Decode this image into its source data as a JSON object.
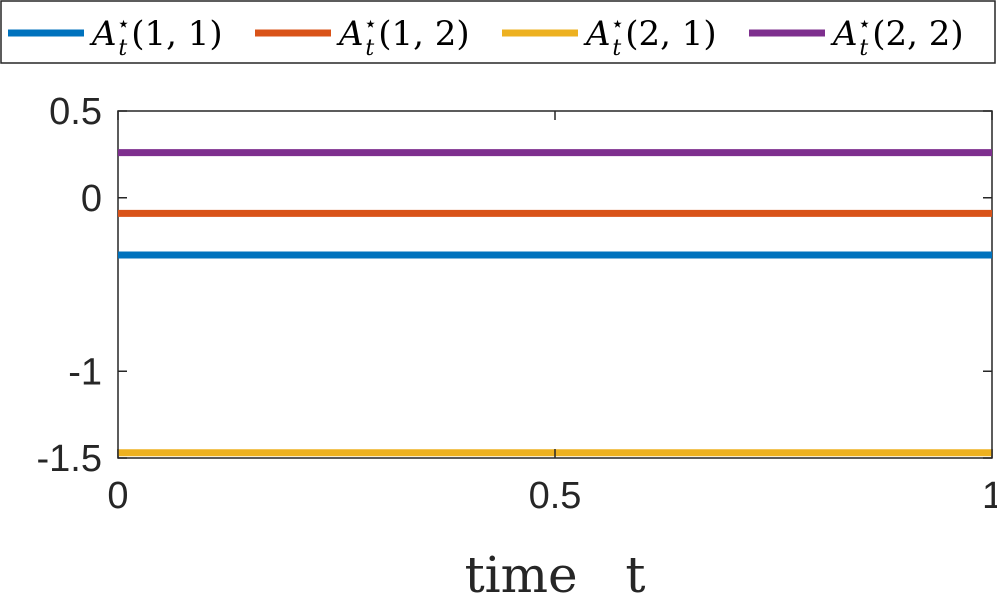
{
  "chart_data": {
    "type": "line",
    "title": "",
    "xlabel": "time   t",
    "ylabel": "",
    "xlim": [
      0,
      1
    ],
    "ylim": [
      -1.5,
      0.5
    ],
    "xticks": [
      0,
      0.5,
      1
    ],
    "xtick_labels": [
      "0",
      "0.5",
      "1"
    ],
    "yticks": [
      -1.5,
      -1,
      0,
      0.5
    ],
    "ytick_labels": [
      "-1.5",
      "-1",
      "0",
      "0.5"
    ],
    "grid": false,
    "legend_position": "top, horizontal, outside plot",
    "series": [
      {
        "name": "A_t^*(1,1)",
        "label_base": "A",
        "label_sub": "t",
        "label_sup": "⋆",
        "label_args": "(1, 1)",
        "color": "#0072BD",
        "x": [
          0,
          1
        ],
        "y": [
          -0.33,
          -0.33
        ]
      },
      {
        "name": "A_t^*(1,2)",
        "label_base": "A",
        "label_sub": "t",
        "label_sup": "⋆",
        "label_args": "(1, 2)",
        "color": "#D95319",
        "x": [
          0,
          1
        ],
        "y": [
          -0.09,
          -0.09
        ]
      },
      {
        "name": "A_t^*(2,1)",
        "label_base": "A",
        "label_sub": "t",
        "label_sup": "⋆",
        "label_args": "(2, 1)",
        "color": "#EDB120",
        "x": [
          0,
          1
        ],
        "y": [
          -1.47,
          -1.47
        ]
      },
      {
        "name": "A_t^*(2,2)",
        "label_base": "A",
        "label_sub": "t",
        "label_sup": "⋆",
        "label_args": "(2, 2)",
        "color": "#7E2F8E",
        "x": [
          0,
          1
        ],
        "y": [
          0.26,
          0.26
        ]
      }
    ]
  }
}
